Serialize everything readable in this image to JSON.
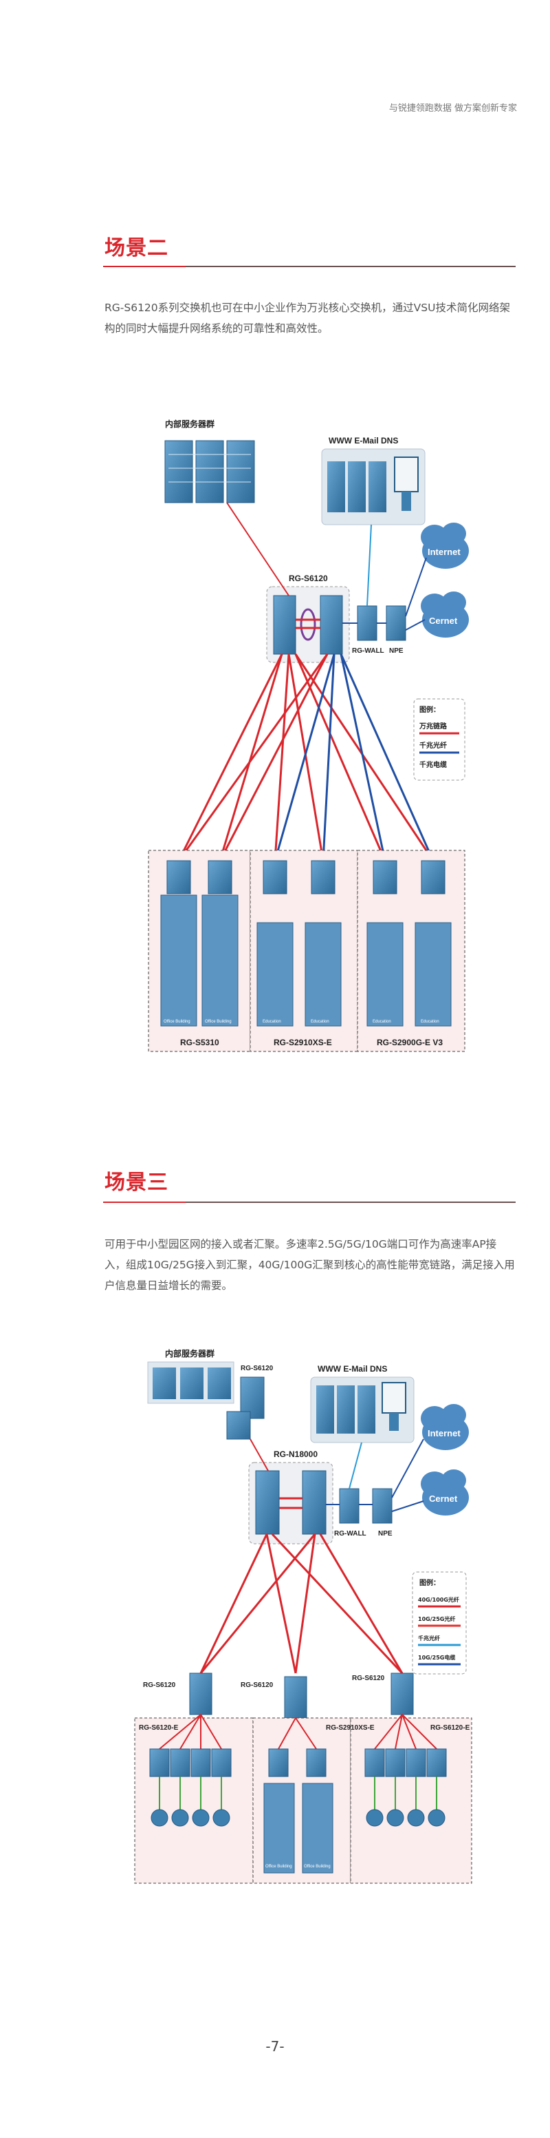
{
  "header": {
    "slogan": "与锐捷领跑数据 做方案创新专家"
  },
  "scene1": {
    "title": "场景二",
    "description": "RG-S6120系列交换机也可在中小企业作为万兆核心交换机，通过VSU技术简化网络架构的同时大幅提升网络系统的可靠性和高效性。",
    "diagram": {
      "server_label": "内部服务器群",
      "dns_label": "WWW  E-Mail  DNS",
      "core_label": "RG-S6120",
      "internet_label": "Internet",
      "cernet_label": "Cernet",
      "wall_label": "RG-WALL",
      "npe_label": "NPE",
      "legend": {
        "title": "图例：",
        "items": [
          "万兆链路",
          "千兆光纤",
          "千兆电缆"
        ]
      },
      "groups": [
        "RG-S5310",
        "RG-S2910XS-E",
        "RG-S2900G-E V3"
      ],
      "building_labels": [
        "Office Building",
        "Office Building",
        "Education",
        "Education",
        "Education",
        "Education"
      ]
    }
  },
  "scene2": {
    "title": "场景三",
    "description": "可用于中小型园区网的接入或者汇聚。多速率2.5G/5G/10G端口可作为高速率AP接入，组成10G/25G接入到汇聚，40G/100G汇聚到核心的高性能带宽链路，满足接入用户信息量日益增长的需要。",
    "diagram": {
      "server_label": "内部服务器群",
      "dns_label": "WWW  E-Mail  DNS",
      "top_switch_label": "RG-S6120",
      "core_label": "RG-N18000",
      "internet_label": "Internet",
      "cernet_label": "Cernet",
      "wall_label": "RG-WALL",
      "npe_label": "NPE",
      "legend": {
        "title": "图例：",
        "items": [
          "40G/100G光纤",
          "10G/25G光纤",
          "千兆光纤",
          "10G/25G电缆"
        ]
      },
      "agg_labels": [
        "RG-S6120",
        "RG-S6120",
        "RG-S6120"
      ],
      "group_labels": [
        "RG-S6120-E",
        "RG-S2910XS-E",
        "RG-S6120-E"
      ],
      "building_labels": [
        "Office Building",
        "Office Building"
      ]
    }
  },
  "footer": {
    "page_number": "-7-"
  },
  "colors": {
    "accent": "#d9262c",
    "device": "#3d7fae",
    "cloud": "#4e8bc4",
    "link_red": "#d9262c",
    "link_blue": "#1f4ea3"
  }
}
